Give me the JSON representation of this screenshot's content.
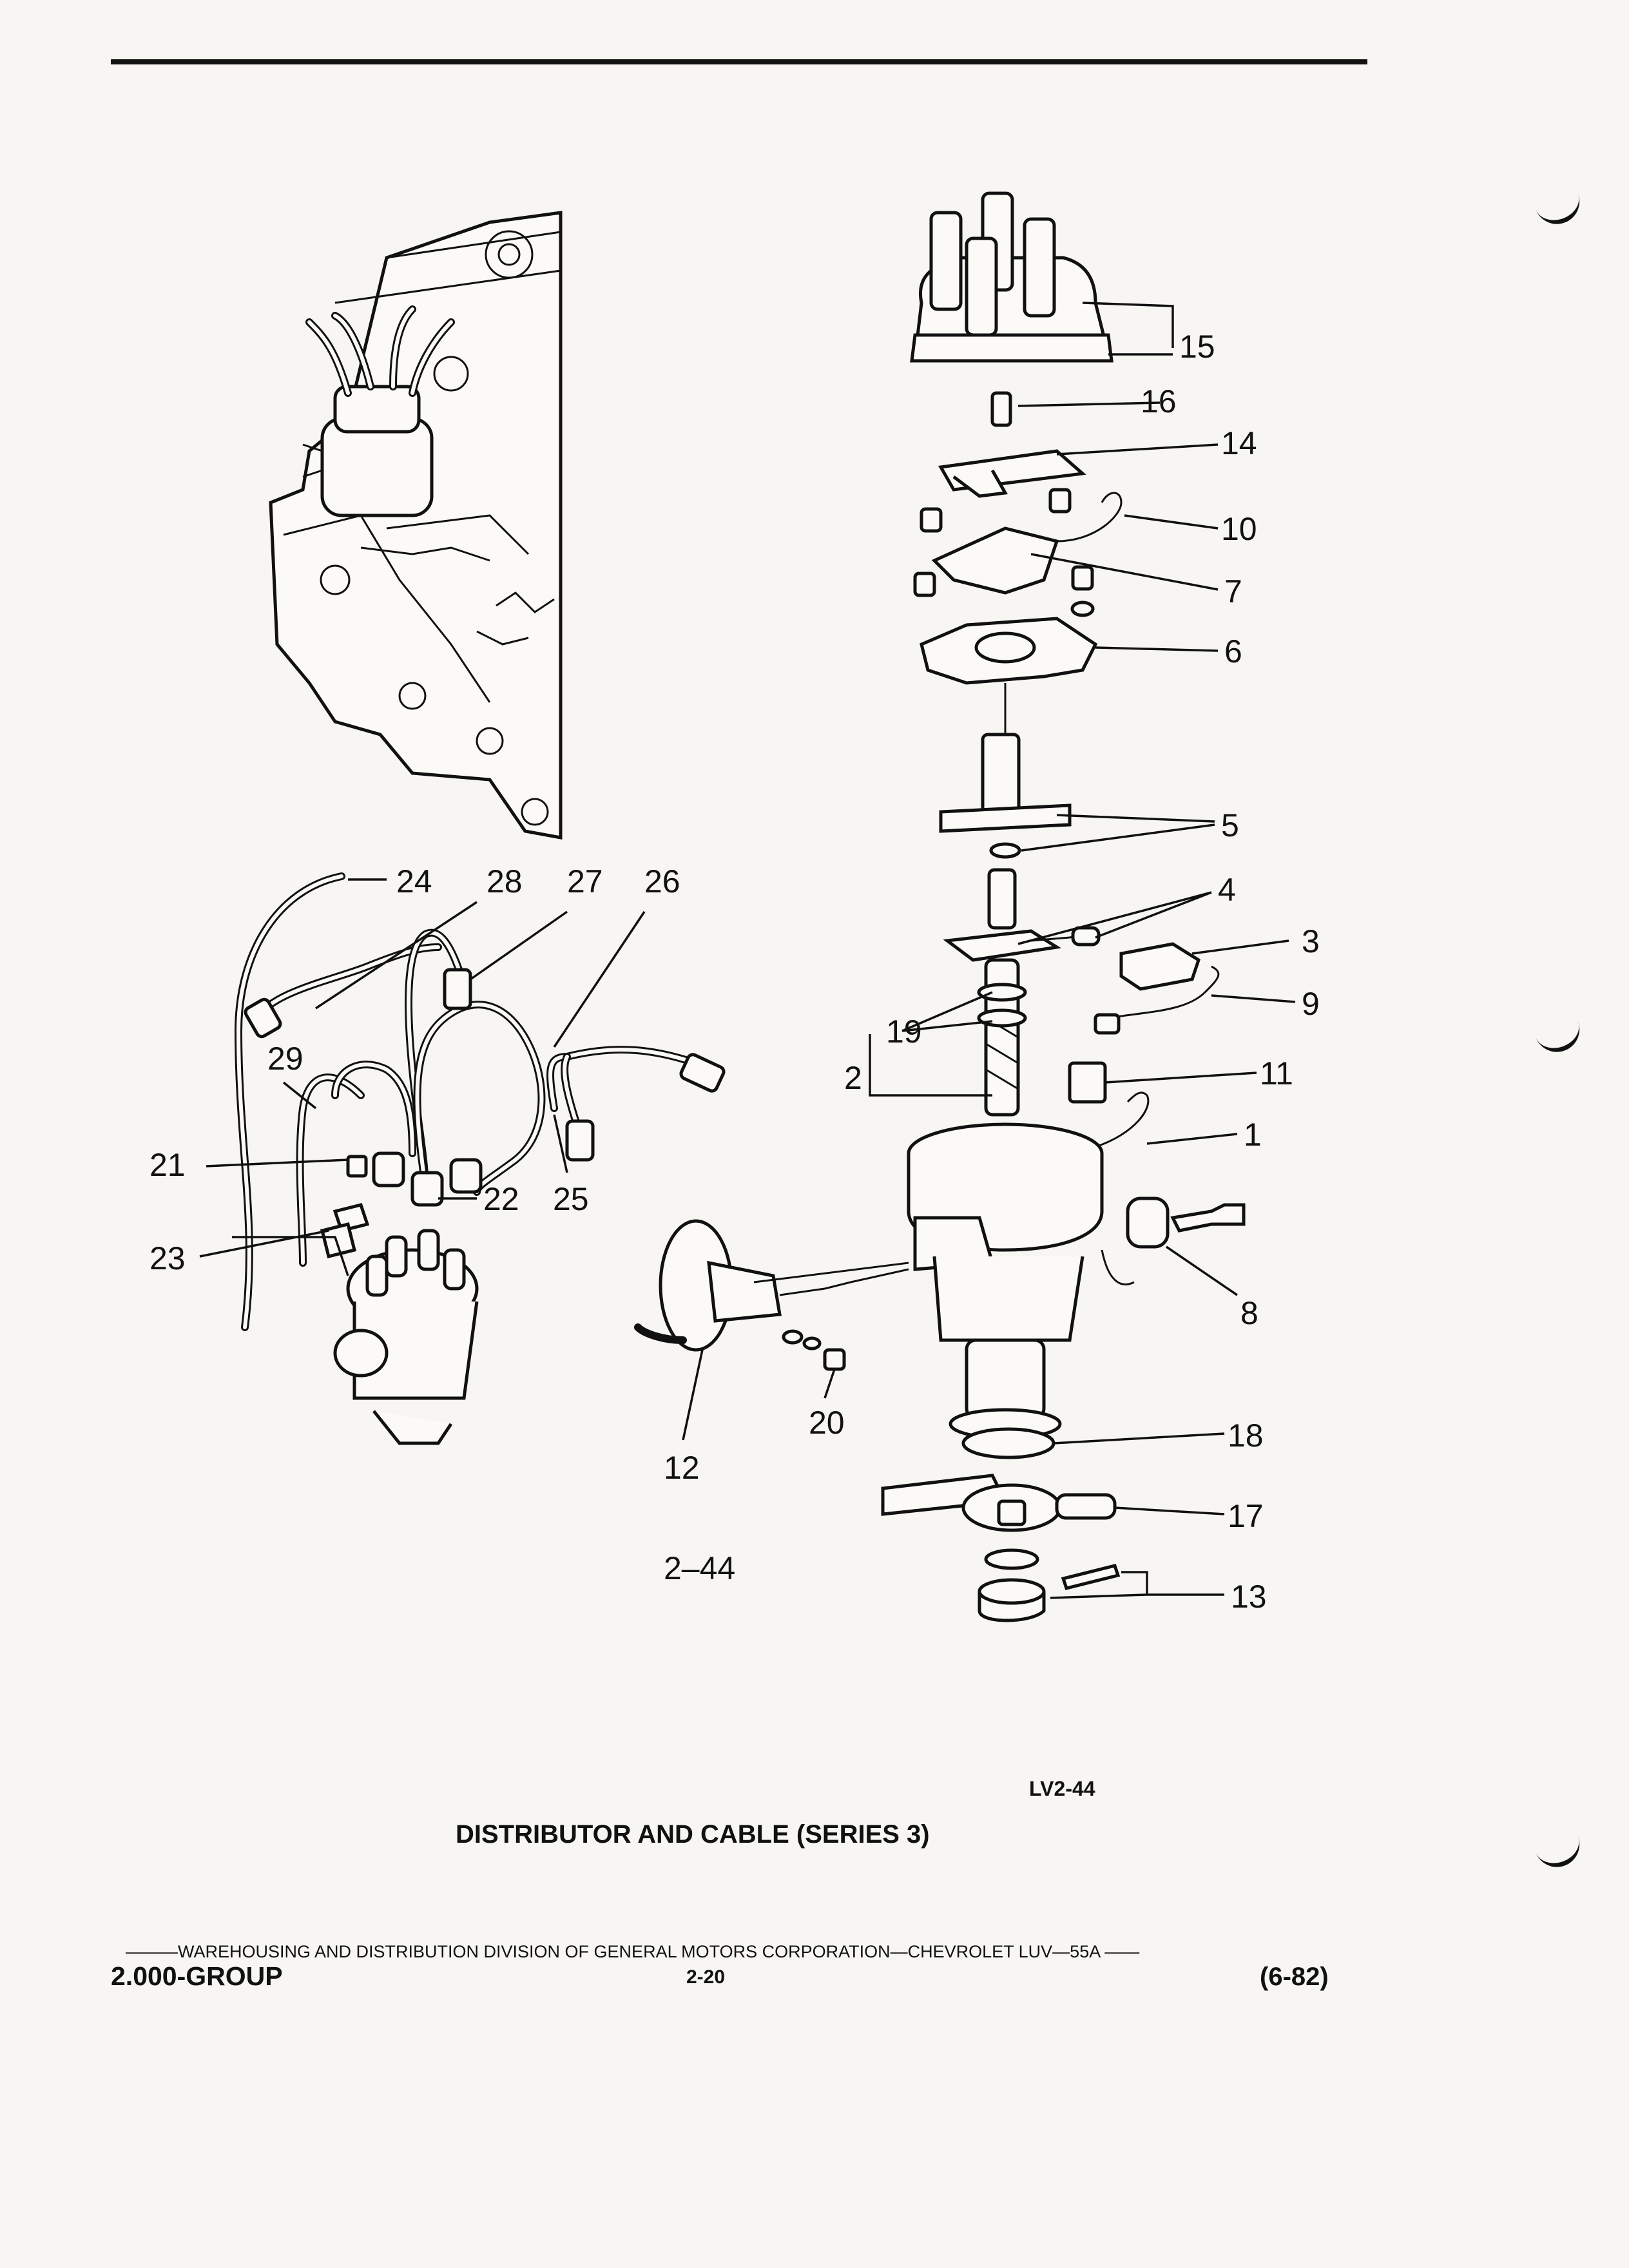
{
  "diagram": {
    "figure_number": "2–44",
    "drawing_code": "LV2-44",
    "caption": "DISTRIBUTOR AND CABLE (SERIES 3)",
    "callouts": [
      "1",
      "2",
      "3",
      "4",
      "5",
      "6",
      "7",
      "8",
      "9",
      "10",
      "11",
      "12",
      "13",
      "14",
      "15",
      "16",
      "17",
      "18",
      "19",
      "20",
      "21",
      "22",
      "23",
      "24",
      "25",
      "26",
      "27",
      "28",
      "29"
    ]
  },
  "footer": {
    "division_line": "———WAREHOUSING AND DISTRIBUTION DIVISION OF GENERAL MOTORS CORPORATION—CHEVROLET LUV—55A ——",
    "group": "2.000-GROUP",
    "page_number": "2-20",
    "date_code": "(6-82)"
  }
}
